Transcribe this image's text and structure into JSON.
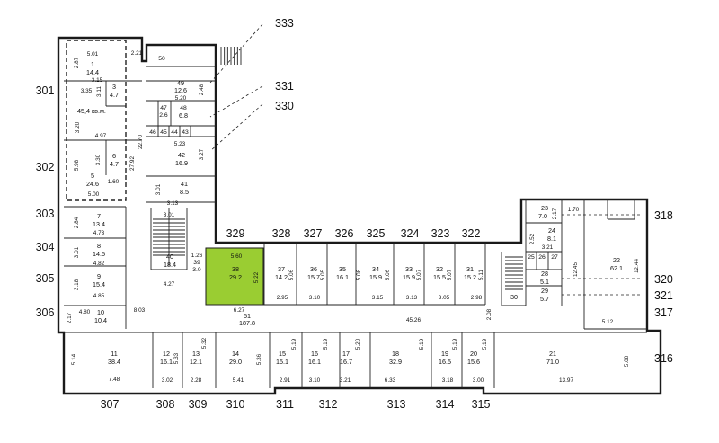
{
  "colors": {
    "highlight": "#9ACD32",
    "wall": "#1a1a1a",
    "background": "#ffffff"
  },
  "callouts": {
    "left": [
      "301",
      "302",
      "303",
      "304",
      "305",
      "306"
    ],
    "top": [
      "329",
      "328",
      "327",
      "326",
      "325",
      "324",
      "323",
      "322"
    ],
    "top_right": [
      "333",
      "331",
      "330"
    ],
    "right": [
      "318",
      "320",
      "321",
      "317",
      "316"
    ],
    "bottom": [
      "307",
      "308",
      "309",
      "310",
      "311",
      "312",
      "313",
      "314",
      "315"
    ]
  },
  "rooms": [
    {
      "id": "1",
      "area": "14.4",
      "dims": [
        "5.01",
        "2.87",
        "3.15"
      ]
    },
    {
      "id": "",
      "area": "45,4 кв.м.",
      "dims": [
        "3.35",
        "3.11",
        "3.20",
        "4.97"
      ]
    },
    {
      "id": "3",
      "area": "4.7"
    },
    {
      "id": "5",
      "area": "24.6",
      "dims": [
        "5.98",
        "5.00"
      ]
    },
    {
      "id": "6",
      "area": "4.7",
      "dims": [
        "3.30",
        "1.60",
        "27.92"
      ]
    },
    {
      "id": "7",
      "area": "13.4",
      "dims": [
        "2.84",
        "4.73"
      ]
    },
    {
      "id": "8",
      "area": "14.5",
      "dims": [
        "3.01",
        "4.82"
      ]
    },
    {
      "id": "9",
      "area": "15.4",
      "dims": [
        "3.18",
        "4.85"
      ]
    },
    {
      "id": "10",
      "area": "10.4",
      "dims": [
        "4.80",
        "2.17"
      ]
    },
    {
      "id": "11",
      "area": "38.4",
      "dims": [
        "5.14",
        "7.48"
      ]
    },
    {
      "id": "12",
      "area": "16.1",
      "dims": [
        "5.33",
        "3.02"
      ]
    },
    {
      "id": "13",
      "area": "12.1",
      "dims": [
        "5.32",
        "2.28"
      ]
    },
    {
      "id": "14",
      "area": "29.0",
      "dims": [
        "5.36",
        "5.41"
      ]
    },
    {
      "id": "15",
      "area": "15.1",
      "dims": [
        "5.19",
        "2.91"
      ]
    },
    {
      "id": "16",
      "area": "16.1",
      "dims": [
        "5.19",
        "3.10"
      ]
    },
    {
      "id": "17",
      "area": "16.7",
      "dims": [
        "5.20",
        "3.21"
      ]
    },
    {
      "id": "18",
      "area": "32.9",
      "dims": [
        "5.19",
        "6.33"
      ]
    },
    {
      "id": "19",
      "area": "16.5",
      "dims": [
        "5.19",
        "3.18"
      ]
    },
    {
      "id": "20",
      "area": "15.6",
      "dims": [
        "5.19",
        "3.00"
      ]
    },
    {
      "id": "21",
      "area": "71.0",
      "dims": [
        "5.08",
        "13.97"
      ]
    },
    {
      "id": "22",
      "area": "62.1",
      "dims": [
        "12.45",
        "12.44",
        "5.12"
      ]
    },
    {
      "id": "23",
      "area": "7.0",
      "dims": [
        "2.17",
        "1.70"
      ]
    },
    {
      "id": "24",
      "area": "8.1",
      "dims": [
        "2.52",
        "3.21"
      ]
    },
    {
      "id": "25",
      "area": ""
    },
    {
      "id": "26",
      "area": ""
    },
    {
      "id": "27",
      "area": ""
    },
    {
      "id": "28",
      "area": "5.1"
    },
    {
      "id": "29",
      "area": "5.7"
    },
    {
      "id": "30",
      "area": "",
      "dims": [
        "2.08"
      ]
    },
    {
      "id": "31",
      "area": "15.2",
      "dims": [
        "5.11",
        "2.98"
      ]
    },
    {
      "id": "32",
      "area": "15.5",
      "dims": [
        "5.07",
        "3.05"
      ]
    },
    {
      "id": "33",
      "area": "15.9",
      "dims": [
        "5.07",
        "3.13"
      ]
    },
    {
      "id": "34",
      "area": "15.9",
      "dims": [
        "5.06",
        "3.15"
      ]
    },
    {
      "id": "35",
      "area": "16.1",
      "dims": [
        "5.08"
      ]
    },
    {
      "id": "36",
      "area": "15.7",
      "dims": [
        "5.05",
        "3.10"
      ]
    },
    {
      "id": "37",
      "area": "14.2",
      "dims": [
        "5.06",
        "2.95"
      ]
    },
    {
      "id": "38",
      "area": "29.2",
      "dims": [
        "5.60",
        "5.22",
        "6.27"
      ],
      "highlighted": true
    },
    {
      "id": "39",
      "area": "3.0",
      "dims": [
        "1.26"
      ]
    },
    {
      "id": "40",
      "area": "18.4",
      "dims": [
        "3.01",
        "4.27"
      ]
    },
    {
      "id": "41",
      "area": "8.5",
      "dims": [
        "3.01",
        "3.13"
      ]
    },
    {
      "id": "42",
      "area": "16.9",
      "dims": [
        "5.23",
        "3.27",
        "22.70"
      ]
    },
    {
      "id": "43",
      "area": ""
    },
    {
      "id": "44",
      "area": ""
    },
    {
      "id": "45",
      "area": ""
    },
    {
      "id": "46",
      "area": ""
    },
    {
      "id": "47",
      "area": "2.6"
    },
    {
      "id": "48",
      "area": "6.8"
    },
    {
      "id": "49",
      "area": "12.6",
      "dims": [
        "5.20",
        "2.48"
      ]
    },
    {
      "id": "50",
      "area": "",
      "dims": [
        "2.21"
      ]
    },
    {
      "id": "51",
      "area": "187.8",
      "dims": [
        "8.03",
        "45.26"
      ]
    }
  ]
}
